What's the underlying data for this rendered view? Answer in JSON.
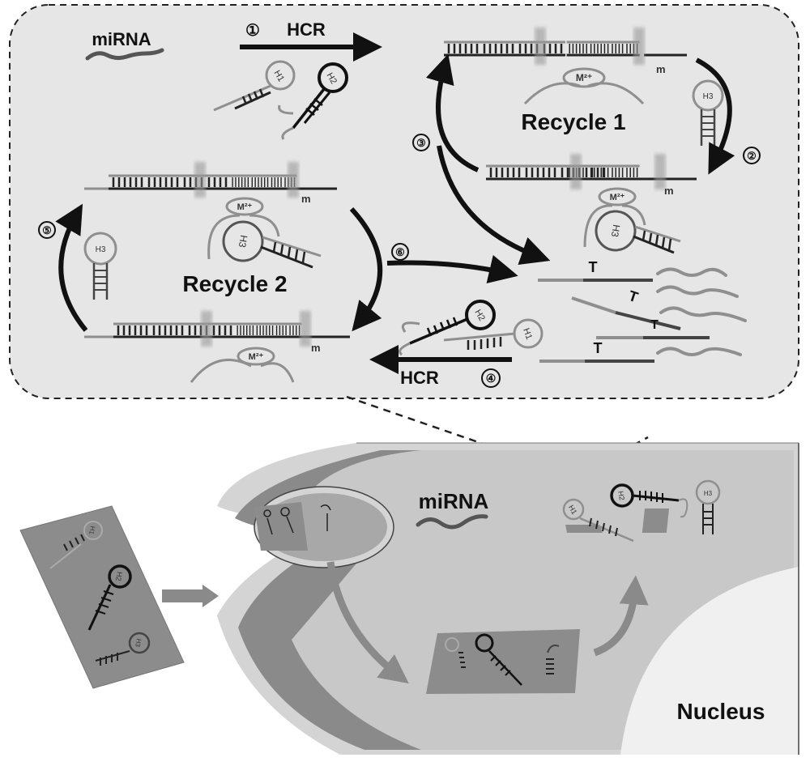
{
  "panel": {
    "mirna_label": "miRNA",
    "step1": "①",
    "hcr_top": "HCR",
    "recycle1": "Recycle 1",
    "recycle2": "Recycle 2",
    "step2": "②",
    "step3": "③",
    "step4": "④",
    "step5": "⑤",
    "step6": "⑥",
    "hcr_bottom": "HCR",
    "metal_ion": "M²⁺",
    "repeat_m": "m",
    "h1": "H1",
    "h2": "H2",
    "h3": "H3",
    "t_label": "T"
  },
  "cell": {
    "mirna_label": "miRNA",
    "nucleus_label": "Nucleus"
  },
  "colors": {
    "panel_bg": "#e6e6e6",
    "cell_bg": "#c8c8c8",
    "membrane_dark": "#8a8a8a",
    "membrane_light": "#d4d4d4",
    "nucleus": "#f0f0f0",
    "nanosheet": "#8c8c8c",
    "arrow_gray": "#8a8a8a",
    "strand_gray": "#8f8f8f",
    "strand_dark": "#1a1a1a"
  }
}
